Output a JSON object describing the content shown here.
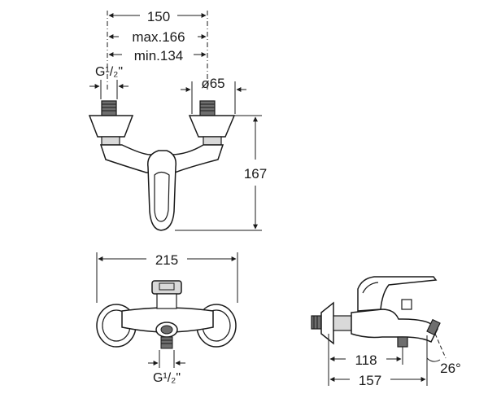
{
  "colors": {
    "ink": "#1a1a1a",
    "fill_light": "#d9d9d9",
    "fill_dark": "#6e6e6e"
  },
  "front_view": {
    "width_150": "150",
    "max_spacing": "max.166",
    "min_spacing": "min.134",
    "thread_label": "G¹/₂\"",
    "diameter": "ø65",
    "height_167": "167"
  },
  "top_view": {
    "width_215": "215",
    "thread_label": "G¹/₂\""
  },
  "side_view": {
    "depth_118": "118",
    "depth_157": "157",
    "angle": "26°"
  }
}
